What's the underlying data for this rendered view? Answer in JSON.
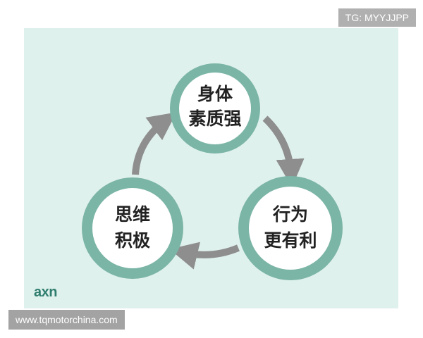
{
  "watermark_top": "TG: MYYJJPP",
  "watermark_bottom": "www.tqmotorchina.com",
  "brand": "axn",
  "colors": {
    "background": "#dff1ed",
    "circle_ring": "#7bb5a6",
    "circle_fill": "#ffffff",
    "arrow": "#8e8e8e",
    "brand": "#2e7d6e"
  },
  "nodes": {
    "top": {
      "line1": "身体",
      "line2": "素质强"
    },
    "right": {
      "line1": "行为",
      "line2": "更有利"
    },
    "left": {
      "line1": "思维",
      "line2": "积极"
    }
  }
}
